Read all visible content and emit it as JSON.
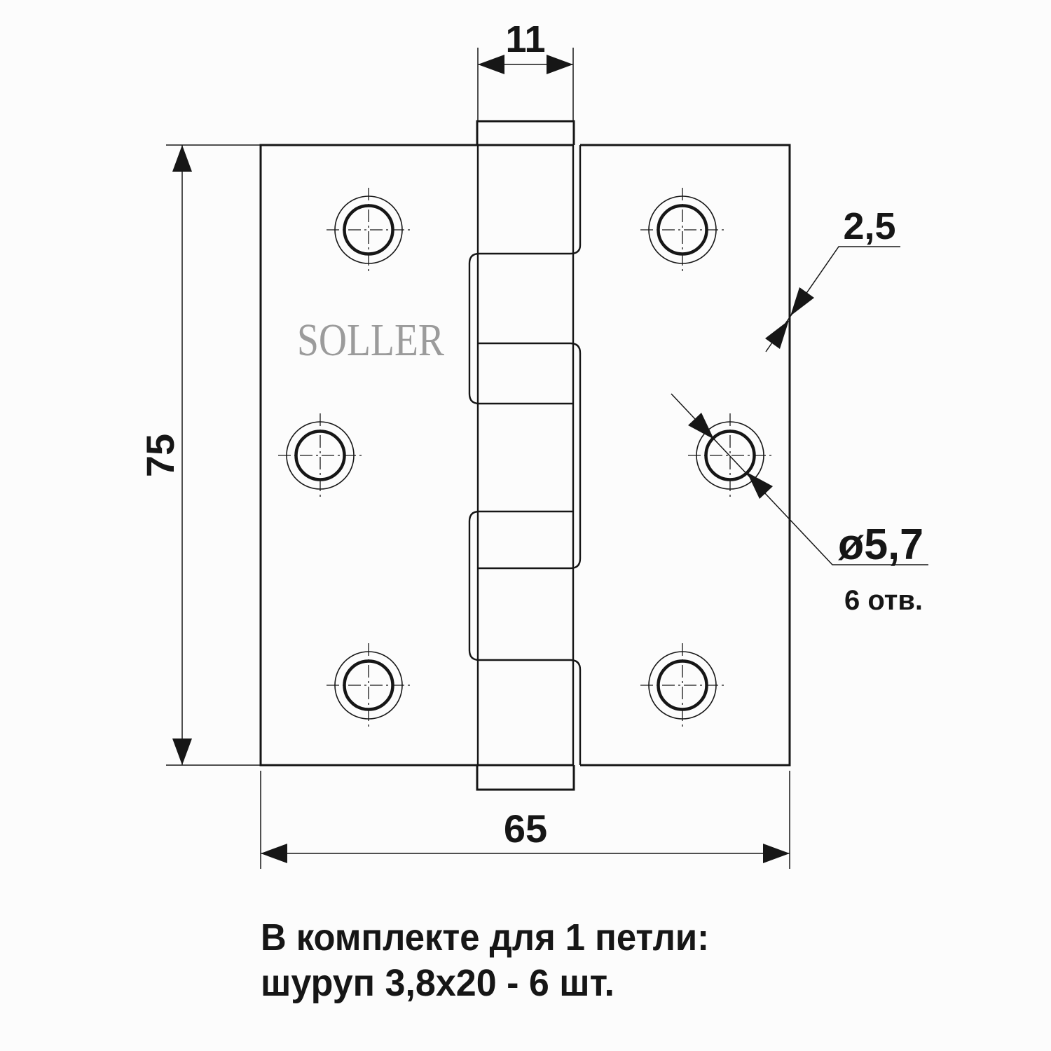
{
  "drawing": {
    "brand": "SOLLER",
    "dimensions": {
      "barrel_width": "11",
      "plate_height": "75",
      "total_width": "65",
      "plate_thickness": "2,5",
      "hole_diameter": "ø5,7",
      "hole_count_note": "6 отв."
    },
    "kit_note": {
      "line1": "В комплекте для 1 петли:",
      "line2": "шуруп 3,8х20 - 6 шт."
    },
    "colors": {
      "line": "#161616",
      "brand_watermark": "#9b9b9b",
      "background": "#fcfcfc"
    }
  }
}
